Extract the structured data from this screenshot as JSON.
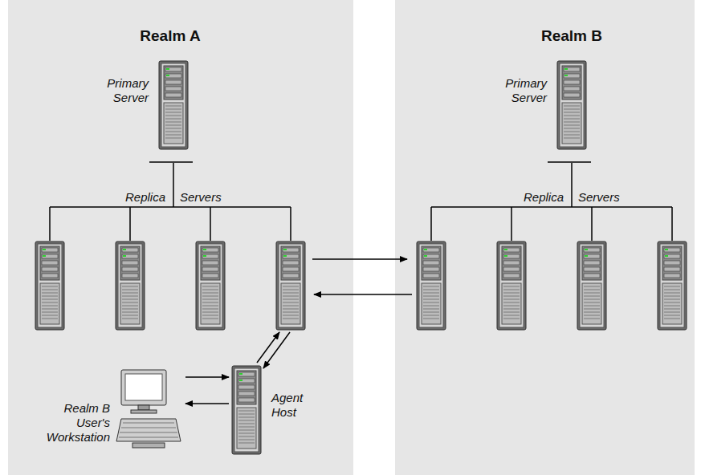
{
  "diagram": {
    "nodes": [
      {
        "text": [
          "Realm A"
        ]
      },
      {
        "text": [
          "Primary Server"
        ],
        "in": 0
      },
      {
        "text": [
          "Replica",
          "Servers"
        ],
        "in": 0
      },
      {
        "text": [
          "Agent Host"
        ],
        "in": 0
      },
      {
        "text": [
          "Realm B User's Workstation"
        ],
        "in": 0
      },
      {
        "text": [
          "Realm B"
        ]
      },
      {
        "text": [
          "Primary Server"
        ],
        "in": 5
      },
      {
        "text": [
          "Replica",
          "Servers"
        ],
        "in": 5
      }
    ],
    "edges": [
      {
        "from": 1,
        "to": 2,
        "arrow": "none"
      },
      {
        "from": 2,
        "to": 7,
        "arrow": "to"
      },
      {
        "from": 7,
        "to": 2,
        "arrow": "to"
      },
      {
        "from": 3,
        "to": 2,
        "arrow": "to"
      },
      {
        "from": 2,
        "to": 3,
        "arrow": "to"
      },
      {
        "from": 4,
        "to": 3,
        "arrow": "to"
      },
      {
        "from": 3,
        "to": 4,
        "arrow": "to"
      },
      {
        "from": 6,
        "to": 7,
        "arrow": "none"
      }
    ]
  }
}
